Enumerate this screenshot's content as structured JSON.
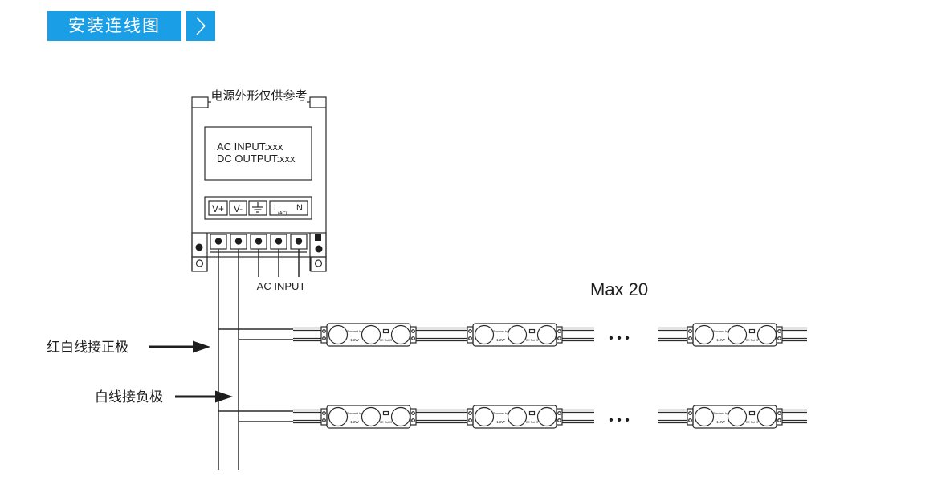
{
  "header": {
    "title": "安装连线图"
  },
  "icons": {
    "header_chevron": "chevron-right-icon",
    "ground_terminal": "ground-icon",
    "callout_arrow": "arrow-right-icon"
  },
  "colors": {
    "accent": "#1a9ee6",
    "line": "#2b2b2b"
  },
  "power_supply": {
    "caption": "电源外形仅供参考",
    "display_line1": "AC INPUT:xxx",
    "display_line2": "DC OUTPUT:xxx",
    "terminal_v_plus": "V+",
    "terminal_v_minus": "V-",
    "terminal_l": "L",
    "terminal_ac": "(AC)",
    "terminal_n": "N",
    "ac_input_label": "AC INPUT"
  },
  "max_label": "Max 20",
  "callouts": {
    "positive": "红白线接正极",
    "negative": "白线接负极"
  },
  "led_module": {
    "brand": "Powered by",
    "power": "1.2W",
    "cert": "CE RoHS"
  },
  "ellipsis": "• • •"
}
